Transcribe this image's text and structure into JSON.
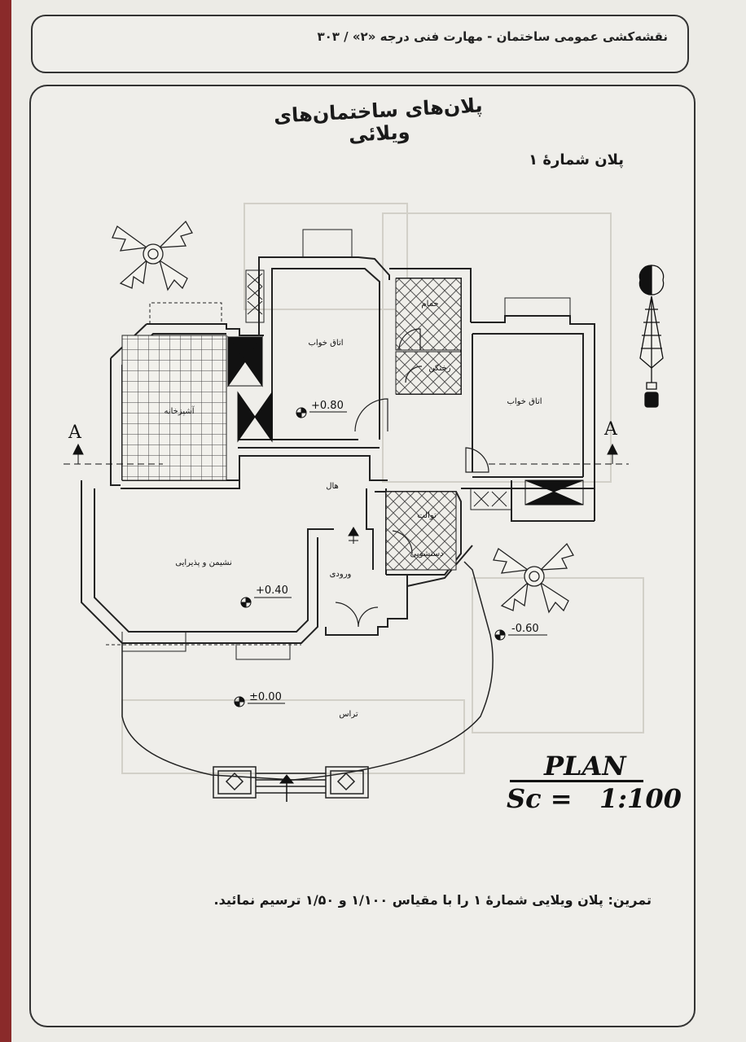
{
  "header": {
    "text": "نقشه‌کشی عمومی ساختمان - مهارت فنی درجه «۲» / ۳۰۳"
  },
  "title": "پلان‌های ساختمان‌های ویلائی",
  "subtitle": "پلان شمارهٔ ۱",
  "plan": {
    "rooms": {
      "bedroom_1": "اتاق خواب",
      "bedroom_2": "اتاق خواب",
      "bathroom": "حمام",
      "laundry": "رختکن",
      "kitchen": "آشپزخانه",
      "hall": "هال",
      "living": "نشیمن و پذیرایی",
      "toilet": "توالت",
      "washroom": "دستشویی",
      "entrance": "ورودی",
      "terrace": "تراس"
    },
    "levels": {
      "bedroom": "+0.80",
      "living": "+0.40",
      "terrace": "±0.00",
      "yard": "-0.60"
    },
    "section_marks": {
      "left": "A",
      "right": "A"
    }
  },
  "scale": {
    "title": "PLAN",
    "text": "Sc =   1:100"
  },
  "exercise": "تمرین: پلان ویلایی شمارهٔ ۱ را با مقیاس ۱/۱۰۰ و ۱/۵۰ ترسیم نمائید."
}
